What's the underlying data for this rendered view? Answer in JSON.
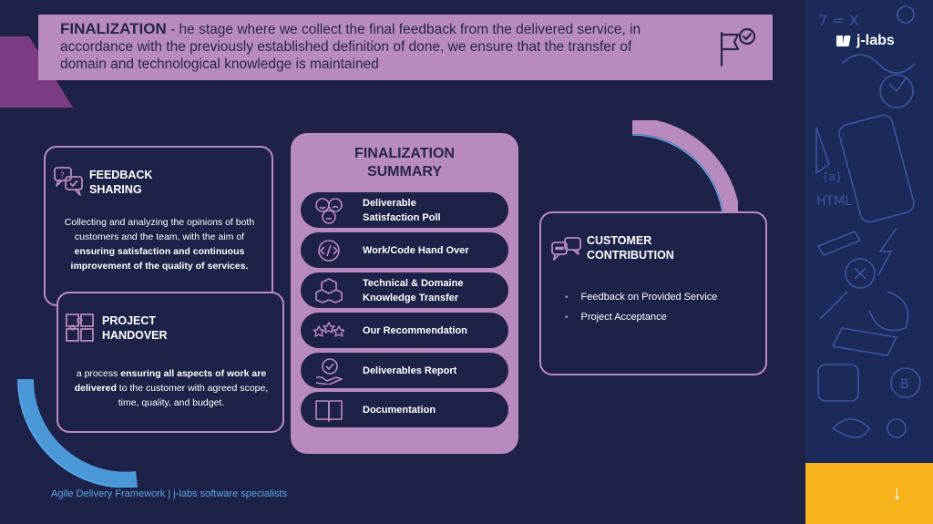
{
  "header": {
    "title": "FINALIZATION",
    "text": " - he stage where we collect the final feedback from the delivered service, in accordance with the previously established definition of done, we ensure that the transfer of domain and technological knowledge is maintained",
    "icon": "flag-check-icon"
  },
  "brand": {
    "logo_text": "j-labs",
    "accent_color": "#b98ac0",
    "background_color": "#1e2148",
    "yellow": "#f7b21c",
    "arrow": "↓"
  },
  "feedback": {
    "title_line1": "FEEDBACK",
    "title_line2": "SHARING",
    "text_part1": "Collecting and analyzing the opinions of both customers and the team, with the aim of ",
    "text_bold": "ensuring satisfaction and continuous improvement of the quality of services.",
    "icon": "speech-bubbles-icon"
  },
  "handover": {
    "title_line1": "PROJECT",
    "title_line2": "HANDOVER",
    "text_part1": "a process ",
    "text_bold1": "ensuring all aspects of work are delivered",
    "text_part2": " to the customer with agreed scope, time, quality, and budget.",
    "icon": "puzzle-icon"
  },
  "summary": {
    "title_line1": "FINALIZATION",
    "title_line2": "SUMMARY",
    "items": [
      {
        "label_line1": "Deliverable",
        "label_line2": "Satisfaction Poll",
        "icon": "smiley-faces-icon"
      },
      {
        "label_line1": "Work/Code Hand Over",
        "label_line2": "",
        "icon": "code-gear-icon"
      },
      {
        "label_line1": "Technical & Domaine",
        "label_line2": "Knowledge Transfer",
        "icon": "cubes-icon"
      },
      {
        "label_line1": "Our Recommendation",
        "label_line2": "",
        "icon": "stars-icon"
      },
      {
        "label_line1": "Deliverables Report",
        "label_line2": "",
        "icon": "hand-check-icon"
      },
      {
        "label_line1": "Documentation",
        "label_line2": "",
        "icon": "book-icon"
      }
    ]
  },
  "customer": {
    "title_line1": "CUSTOMER",
    "title_line2": "CONTRIBUTION",
    "items": [
      "Feedback on Provided Service",
      "Project Acceptance"
    ],
    "bullet": "•",
    "icon": "chat-bubbles-icon"
  },
  "footer": {
    "text": "Agile Delivery Framework | j-labs software specialists"
  }
}
